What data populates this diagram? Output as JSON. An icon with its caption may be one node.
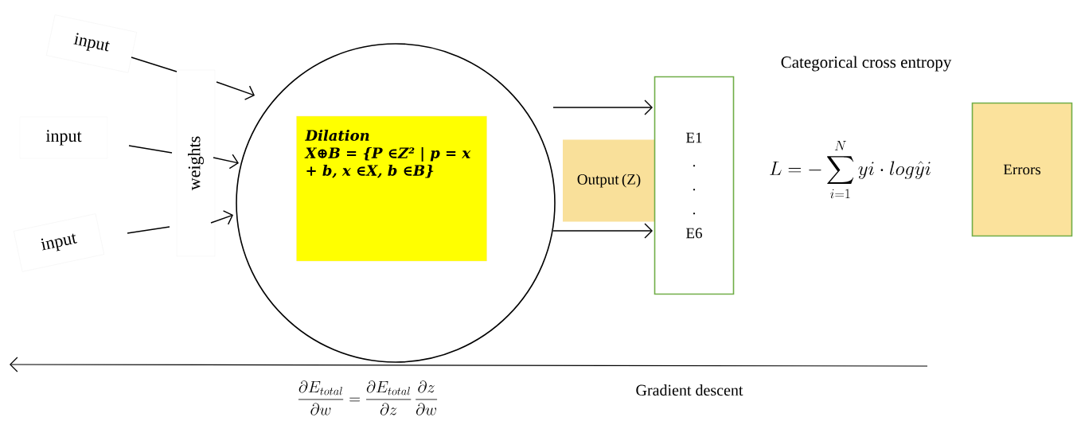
{
  "diagram": {
    "nodes": [
      {
        "text": [
          "input"
        ]
      },
      {
        "text": [
          "input"
        ]
      },
      {
        "text": [
          "input"
        ]
      },
      {
        "text": [
          "weights"
        ]
      },
      {
        "text": [],
        "shape": "circle"
      },
      {
        "text": [
          "Dilation",
          "X⊕B = {P ∈Z² | p = x + b, x ∈X, b ∈B}"
        ],
        "in": 4
      },
      {
        "text": [
          "Output (Z)"
        ]
      },
      {
        "text": [
          "E1 . . . E6"
        ]
      },
      {
        "text": [
          "Errors"
        ]
      }
    ],
    "edges": [
      {
        "from": 0,
        "to": 3,
        "arrow": "none"
      },
      {
        "from": 1,
        "to": 3,
        "arrow": "none"
      },
      {
        "from": 2,
        "to": 3,
        "arrow": "none"
      },
      {
        "from": 3,
        "to": 4,
        "arrow": "to"
      },
      {
        "from": 3,
        "to": 4,
        "arrow": "to"
      },
      {
        "from": 3,
        "to": 4,
        "arrow": "to"
      },
      {
        "from": 4,
        "to": 7,
        "arrow": "to"
      },
      {
        "from": 4,
        "to": 7,
        "arrow": "to"
      }
    ],
    "labels": [
      "Categorical cross entropy",
      "L = -\\sum_{i=1}^{N} yi \\cdot log\\hat{y}i",
      "\\frac{\\partial E_{total}}{\\partial w} = \\frac{\\partial E_{total}}{\\partial z}\\,\\frac{\\partial z}{\\partial w}",
      "Gradient descent"
    ]
  }
}
